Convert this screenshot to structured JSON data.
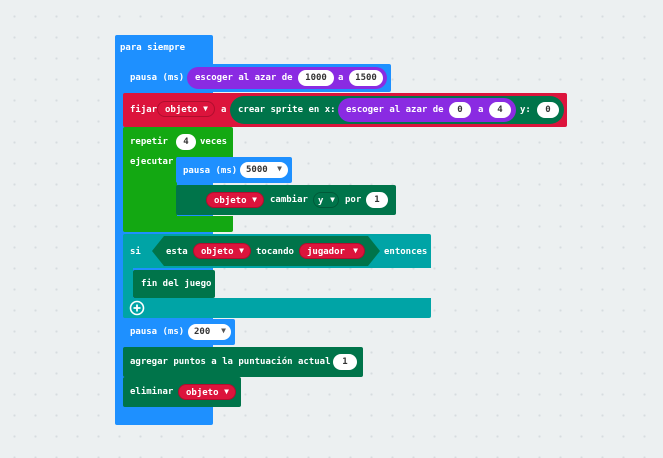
{
  "forever": {
    "label": "para siempre"
  },
  "pause1": {
    "label": "pausa (ms)"
  },
  "random1": {
    "label": "escoger al azar de",
    "from": "1000",
    "mid": "a",
    "to": "1500"
  },
  "set": {
    "label": "fijar",
    "var": "objeto",
    "mid": "a"
  },
  "create_sprite": {
    "label": "crear sprite en x:",
    "ylabel": "y:",
    "y": "0"
  },
  "random2": {
    "label": "escoger al azar de",
    "from": "0",
    "mid": "a",
    "to": "4"
  },
  "repeat": {
    "label": "repetir",
    "count": "4",
    "suffix": "veces",
    "do_label": "ejecutar"
  },
  "pause2": {
    "label": "pausa (ms)",
    "value": "5000"
  },
  "change": {
    "var": "objeto",
    "label": "cambiar",
    "axis": "y",
    "by_label": "por",
    "by": "1"
  },
  "if_block": {
    "label": "si",
    "then_label": "entonces"
  },
  "touching": {
    "label": "esta",
    "var": "objeto",
    "mid": "tocando",
    "target": "jugador"
  },
  "game_over": {
    "label": "fin del juego"
  },
  "pause3": {
    "label": "pausa (ms)",
    "value": "200"
  },
  "add_score": {
    "label": "agregar puntos a la puntuación actual",
    "value": "1"
  },
  "delete": {
    "label": "eliminar",
    "var": "objeto"
  },
  "icons": {
    "dropdown": "caret-down",
    "add": "plus-circle"
  },
  "colors": {
    "basic": "#1e90ff",
    "math": "#8a2be2",
    "variables": "#dc143c",
    "loops": "#13a812",
    "logic": "#00a4a6",
    "game": "#00744a",
    "workspace": "#ecf0f1"
  }
}
